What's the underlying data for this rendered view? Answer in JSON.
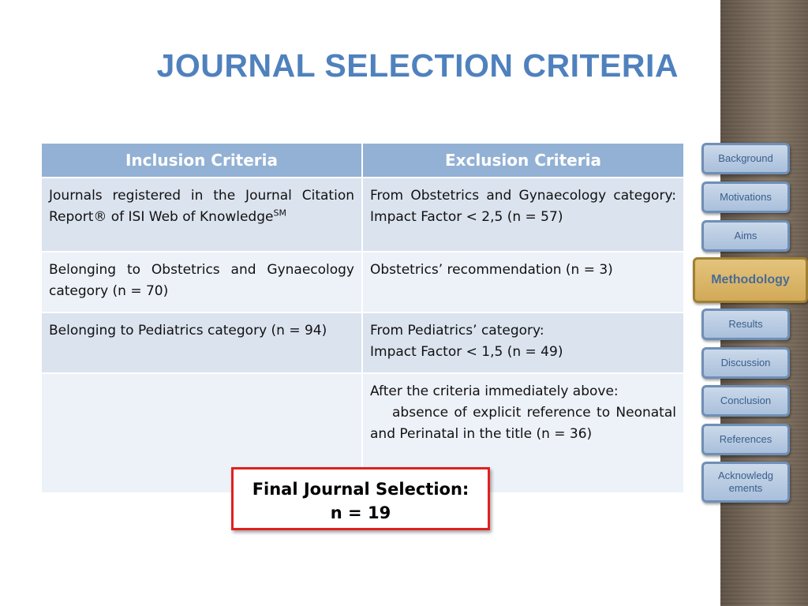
{
  "slide": {
    "title": "Journal Selection Criteria"
  },
  "table": {
    "headers": [
      "Inclusion Criteria",
      "Exclusion Criteria"
    ],
    "rows": [
      {
        "inclusion": "Journals registered in the Journal Citation Report® of ISI Web of Knowledge",
        "inclusion_sup": "SM",
        "exclusion_lines": [
          "From Obstetrics and Gynaecology category:",
          "Impact Factor < 2,5 (n = 57)"
        ]
      },
      {
        "inclusion": "Belonging to Obstetrics and Gynaecology category (n = 70)",
        "exclusion_lines": [
          "Obstetrics’ recommendation (n = 3)"
        ]
      },
      {
        "inclusion": "Belonging to Pediatrics category (n = 94)",
        "exclusion_lines": [
          "From Pediatrics’ category:",
          "Impact Factor < 1,5 (n = 49)"
        ]
      },
      {
        "inclusion": "",
        "exclusion_lines": [
          "After the criteria immediately above:",
          "absence of explicit reference to Neonatal and Perinatal in the title (n = 36)"
        ]
      }
    ]
  },
  "final_selection": {
    "line1": "Final Journal Selection:",
    "line2": "n = 19"
  },
  "nav": {
    "items": [
      "Background",
      "Motivations",
      "Aims",
      "Methodology",
      "Results",
      "Discussion",
      "Conclusion",
      "References",
      "Acknowledg ements"
    ],
    "active": "Methodology"
  },
  "colors": {
    "title": "#4f81bd",
    "header_bg": "#92b1d4",
    "row_odd": "#dbe3ef",
    "row_even": "#edf1f8",
    "final_border": "#e02020",
    "nav_active": "#d9b566",
    "nav_button": "#b9cce3"
  }
}
